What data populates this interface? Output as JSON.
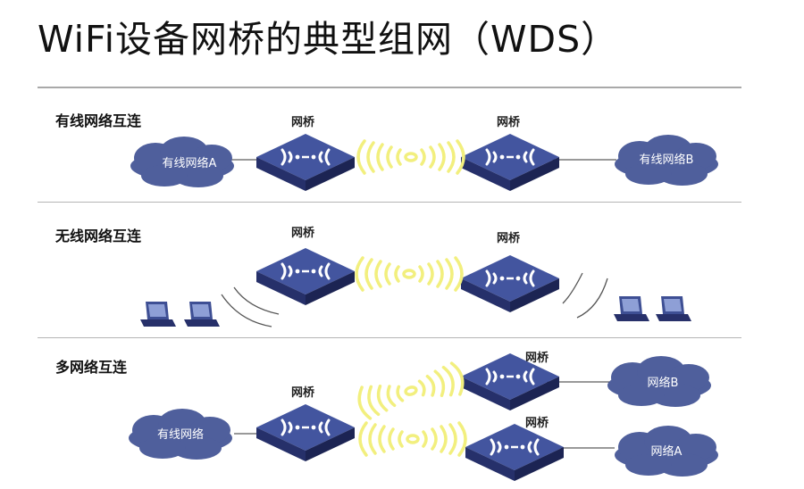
{
  "title": "WiFi设备网桥的典型组网（WDS）",
  "sections": [
    {
      "label": "有线网络互连",
      "bridge_left": "网桥",
      "bridge_right": "网桥",
      "cloud_left": "有线网络A",
      "cloud_right": "有线网络B"
    },
    {
      "label": "无线网络互连",
      "bridge_left": "网桥",
      "bridge_right": "网桥"
    },
    {
      "label": "多网络互连",
      "bridge_left": "网桥",
      "bridge_top": "网桥",
      "bridge_bottom": "网桥",
      "cloud_left": "有线网络",
      "cloud_top": "网络B",
      "cloud_bottom": "网络A"
    }
  ],
  "colors": {
    "cloud": "#4f5f9c",
    "bridge": "#3f4f9e",
    "wave": "#f2ef7e",
    "rule": "#a9a9a9"
  }
}
